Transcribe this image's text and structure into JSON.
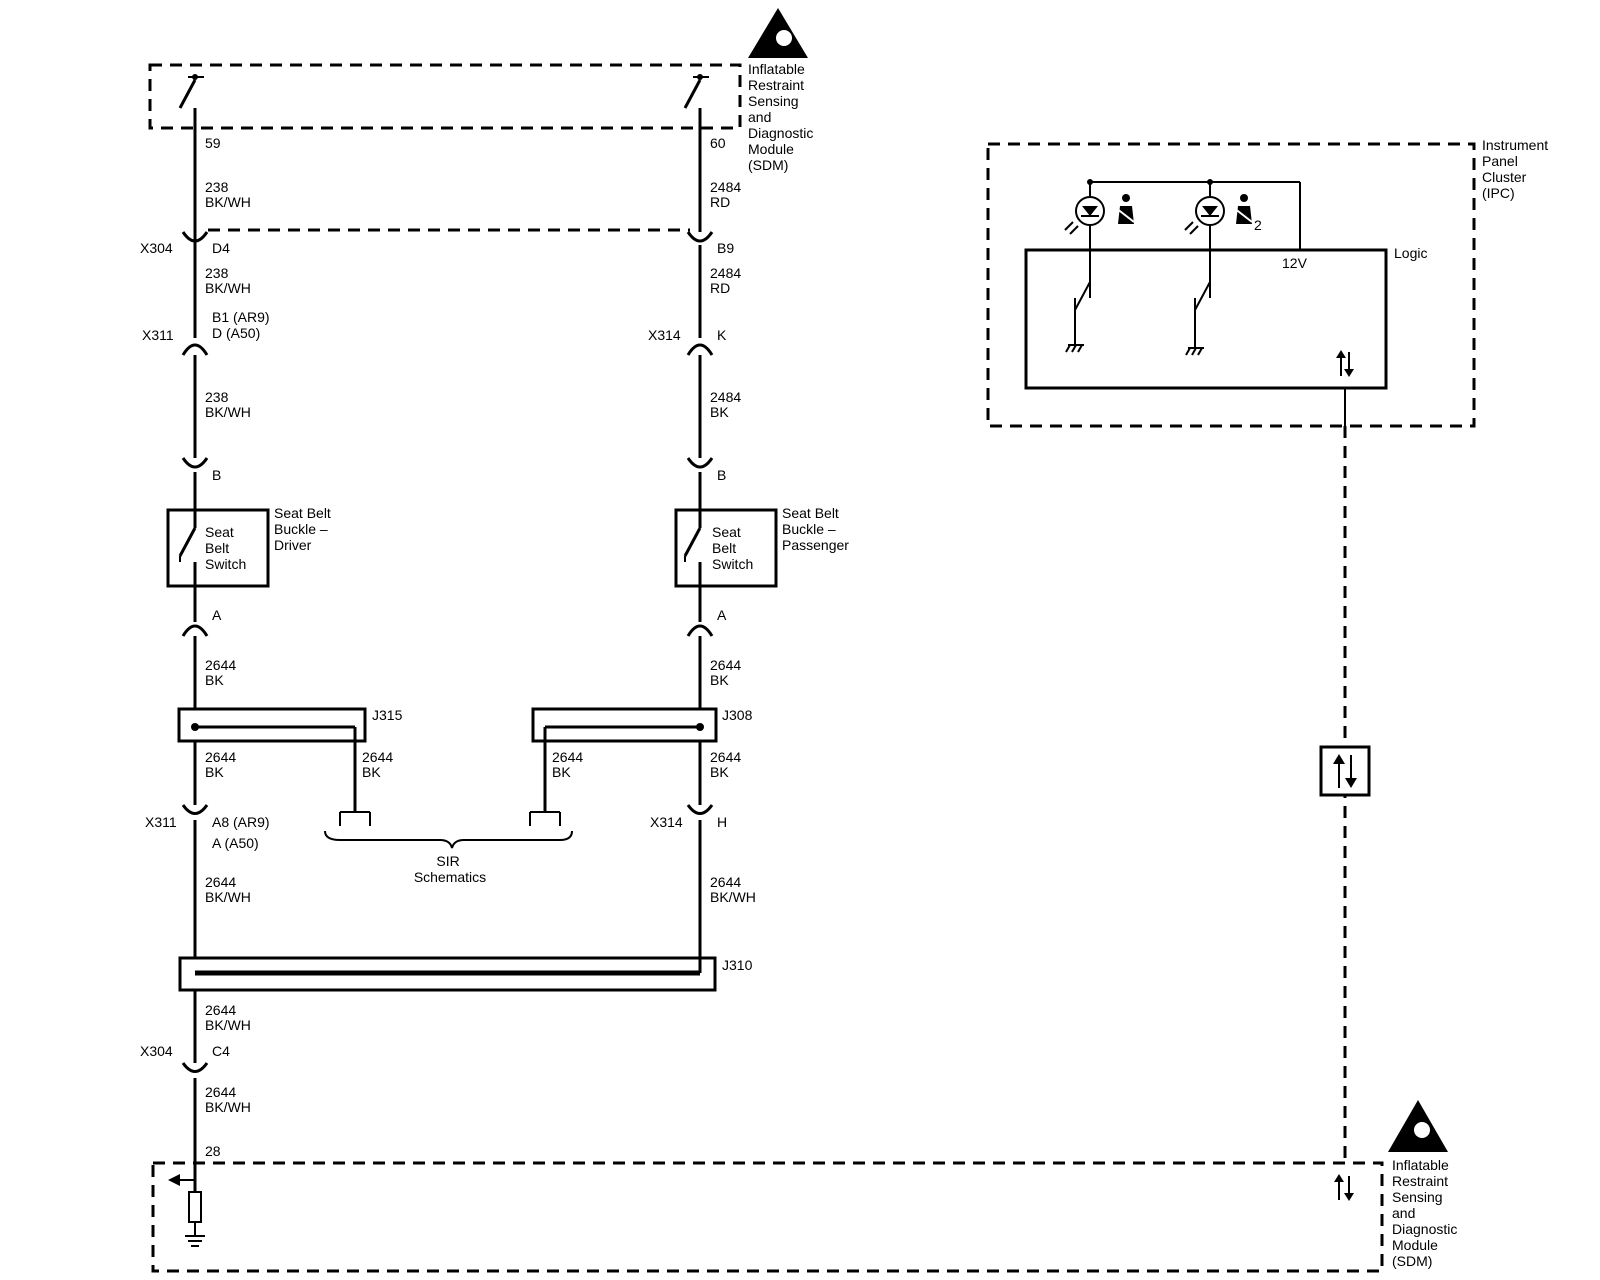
{
  "sdm_top": {
    "label": [
      "Inflatable",
      "Restraint",
      "Sensing",
      "and",
      "Diagnostic",
      "Module",
      "(SDM)"
    ],
    "pin_left": "59",
    "pin_right": "60"
  },
  "sdm_bottom": {
    "label": [
      "Inflatable",
      "Restraint",
      "Sensing",
      "and",
      "Diagnostic",
      "Module",
      "(SDM)"
    ],
    "pin": "28"
  },
  "ipc": {
    "label": [
      "Instrument",
      "Panel",
      "Cluster",
      "(IPC)"
    ],
    "logic": "Logic",
    "voltage": "12V",
    "indicator_2": "2"
  },
  "left_circuit": {
    "wire1": [
      "238",
      "BK/WH"
    ],
    "x304_top": "X304",
    "x304_top_pin": "D4",
    "wire2": [
      "238",
      "BK/WH"
    ],
    "x311_top": "X311",
    "x311_top_pins": [
      "B1 (AR9)",
      "D (A50)"
    ],
    "wire3": [
      "238",
      "BK/WH"
    ],
    "buckle_pin_b": "B",
    "switch_label": [
      "Seat",
      "Belt",
      "Switch"
    ],
    "component": [
      "Seat Belt",
      "Buckle –",
      "Driver"
    ],
    "buckle_pin_a": "A",
    "wire4": [
      "2644",
      "BK"
    ],
    "splice": "J315",
    "wire5": [
      "2644",
      "BK"
    ],
    "wire5_branch": [
      "2644",
      "BK"
    ],
    "x311_bot": "X311",
    "x311_bot_pins": [
      "A8 (AR9)",
      "A (A50)"
    ],
    "wire6": [
      "2644",
      "BK/WH"
    ],
    "wire7": [
      "2644",
      "BK/WH"
    ],
    "x304_bot": "X304",
    "x304_bot_pin": "C4",
    "wire8": [
      "2644",
      "BK/WH"
    ]
  },
  "right_circuit": {
    "wire1": [
      "2484",
      "RD"
    ],
    "x304_pin": "B9",
    "wire2": [
      "2484",
      "RD"
    ],
    "x314_top": "X314",
    "x314_top_pin": "K",
    "wire3": [
      "2484",
      "BK"
    ],
    "buckle_pin_b": "B",
    "switch_label": [
      "Seat",
      "Belt",
      "Switch"
    ],
    "component": [
      "Seat Belt",
      "Buckle –",
      "Passenger"
    ],
    "buckle_pin_a": "A",
    "wire4": [
      "2644",
      "BK"
    ],
    "splice": "J308",
    "wire5": [
      "2644",
      "BK"
    ],
    "wire5_branch": [
      "2644",
      "BK"
    ],
    "x314_bot": "X314",
    "x314_bot_pin": "H",
    "wire6": [
      "2644",
      "BK/WH"
    ]
  },
  "splice_j310": "J310",
  "sir_ref": [
    "SIR",
    "Schematics"
  ],
  "colors": {
    "ink": "#000000",
    "background": "#ffffff"
  }
}
